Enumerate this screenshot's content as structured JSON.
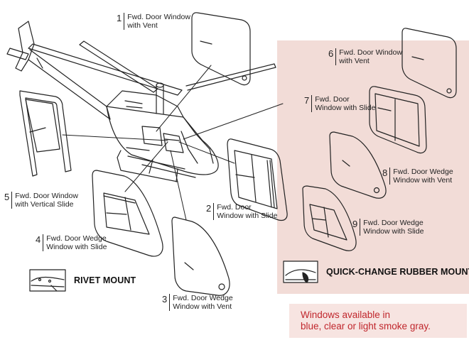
{
  "colors": {
    "panel_bg": "#f2dcd7",
    "note_bg": "#f7e4e1",
    "note_text": "#c0262c",
    "line": "#222222"
  },
  "parts": [
    {
      "num": "1",
      "text": "Fwd. Door Window\nwith Vent"
    },
    {
      "num": "2",
      "text": "Fwd. Door\nWindow with Slide"
    },
    {
      "num": "3",
      "text": "Fwd. Door Wedge\nWindow with Vent"
    },
    {
      "num": "4",
      "text": "Fwd. Door Wedge\nWindow with Slide"
    },
    {
      "num": "5",
      "text": "Fwd. Door Window\nwith Vertical Slide"
    },
    {
      "num": "6",
      "text": "Fwd. Door Window\nwith Vent"
    },
    {
      "num": "7",
      "text": "Fwd. Door\nWindow with Slide"
    },
    {
      "num": "8",
      "text": "Fwd. Door Wedge\nWindow with Vent"
    },
    {
      "num": "9",
      "text": "Fwd. Door Wedge\nWindow with Slide"
    }
  ],
  "mounts": {
    "rivet": "RIVET MOUNT",
    "rubber": "QUICK-CHANGE RUBBER MOUNT"
  },
  "note": "Windows available in\nblue, clear or light smoke gray."
}
